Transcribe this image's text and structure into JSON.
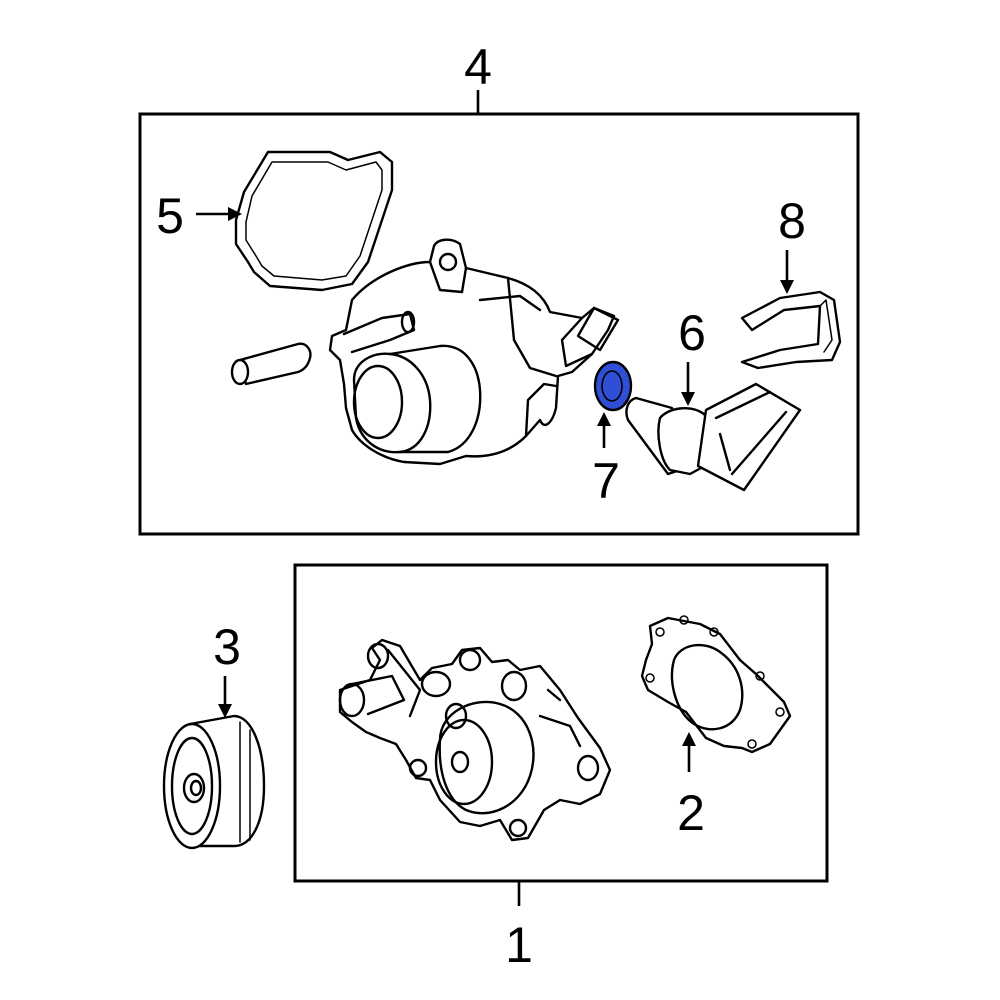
{
  "diagram": {
    "highlight_color": "#2f4fd6",
    "callouts": {
      "c1": "1",
      "c2": "2",
      "c3": "3",
      "c4": "4",
      "c5": "5",
      "c6": "6",
      "c7": "7",
      "c8": "8"
    },
    "highlighted_part": "7"
  }
}
